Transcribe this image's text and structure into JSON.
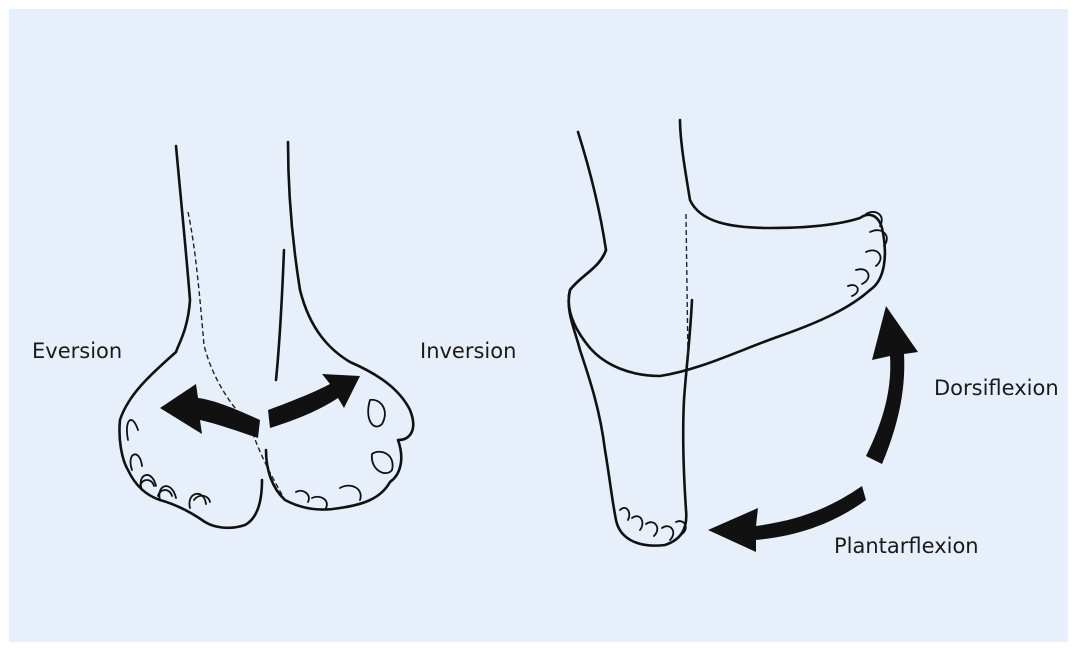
{
  "figure": {
    "background": "#e7f0fa",
    "labels": {
      "eversion": "Eversion",
      "inversion": "Inversion",
      "dorsiflexion": "Dorsiflexion",
      "plantarflexion": "Plantarflexion"
    }
  }
}
